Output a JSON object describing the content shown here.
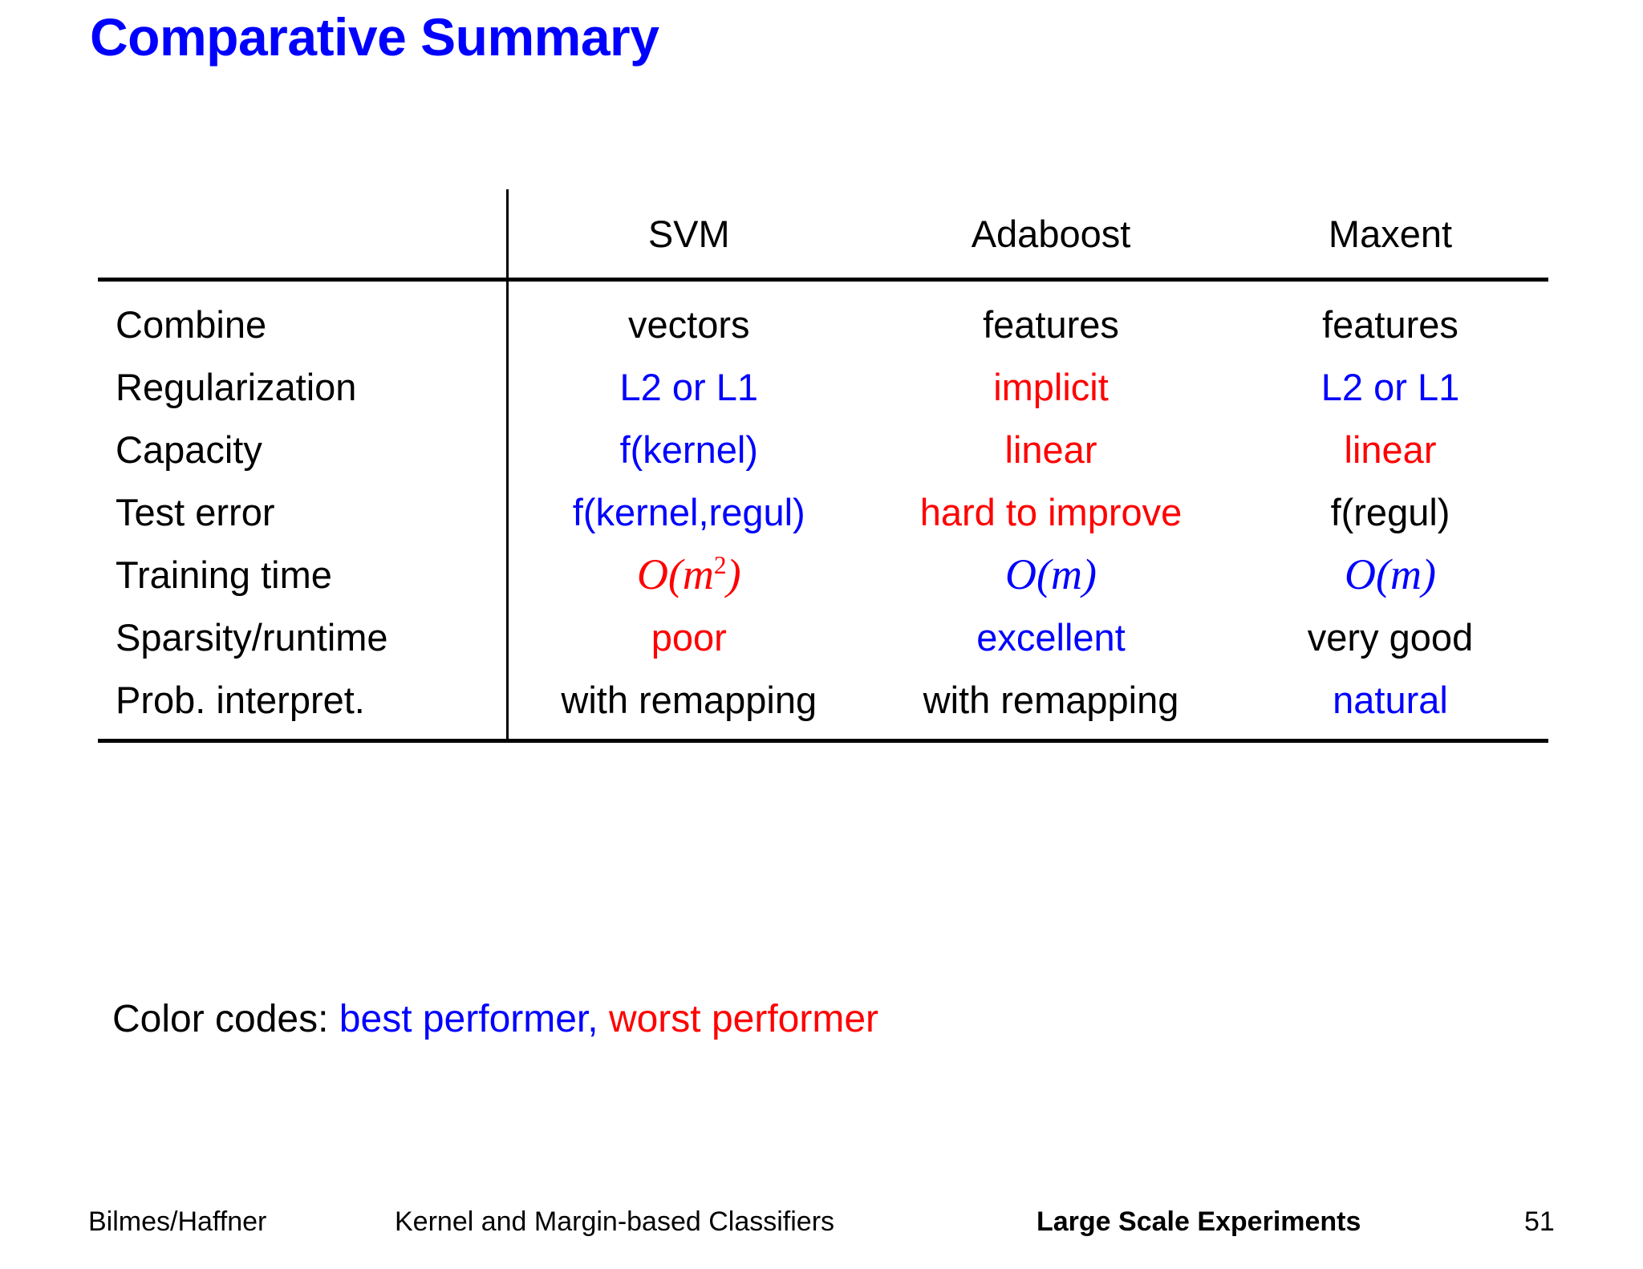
{
  "slide": {
    "title": "Comparative Summary",
    "title_color": "#0000ff"
  },
  "table": {
    "row_header_label": "",
    "columns": [
      "SVM",
      "Adaboost",
      "Maxent"
    ],
    "rows": [
      {
        "label": "Combine",
        "cells": [
          {
            "text": "vectors",
            "color": "#000000"
          },
          {
            "text": "features",
            "color": "#000000"
          },
          {
            "text": "features",
            "color": "#000000"
          }
        ]
      },
      {
        "label": "Regularization",
        "cells": [
          {
            "text": "L2 or L1",
            "color": "#0000ff"
          },
          {
            "text": "implicit",
            "color": "#ff0000"
          },
          {
            "text": "L2 or L1",
            "color": "#0000ff"
          }
        ]
      },
      {
        "label": "Capacity",
        "cells": [
          {
            "text": "f(kernel)",
            "color": "#0000ff"
          },
          {
            "text": "linear",
            "color": "#ff0000"
          },
          {
            "text": "linear",
            "color": "#ff0000"
          }
        ]
      },
      {
        "label": "Test error",
        "cells": [
          {
            "text": "f(kernel,regul)",
            "color": "#0000ff"
          },
          {
            "text": "hard to improve",
            "color": "#ff0000"
          },
          {
            "text": "f(regul)",
            "color": "#000000"
          }
        ]
      },
      {
        "label": "Training time",
        "cells": [
          {
            "text": "O(m2)",
            "math": true,
            "base": "O(m",
            "exp": "2",
            "close": ")",
            "color": "#ff0000"
          },
          {
            "text": "O(m)",
            "math": true,
            "base": "O(m",
            "exp": "",
            "close": ")",
            "color": "#0000ff"
          },
          {
            "text": "O(m)",
            "math": true,
            "base": "O(m",
            "exp": "",
            "close": ")",
            "color": "#0000ff"
          }
        ]
      },
      {
        "label": "Sparsity/runtime",
        "cells": [
          {
            "text": "poor",
            "color": "#ff0000"
          },
          {
            "text": "excellent",
            "color": "#0000ff"
          },
          {
            "text": "very good",
            "color": "#000000"
          }
        ]
      },
      {
        "label": "Prob. interpret.",
        "cells": [
          {
            "text": "with remapping",
            "color": "#000000"
          },
          {
            "text": "with remapping",
            "color": "#000000"
          },
          {
            "text": "natural",
            "color": "#0000ff"
          }
        ]
      }
    ]
  },
  "legend": {
    "prefix": "Color codes: ",
    "best_label": "best performer",
    "best_color": "#0000ff",
    "separator": ", ",
    "worst_label": "worst performer",
    "worst_color": "#ff0000"
  },
  "footer": {
    "author": "Bilmes/Haffner",
    "course": "Kernel and Margin-based Classifiers",
    "section": "Large Scale Experiments",
    "page": "51"
  }
}
